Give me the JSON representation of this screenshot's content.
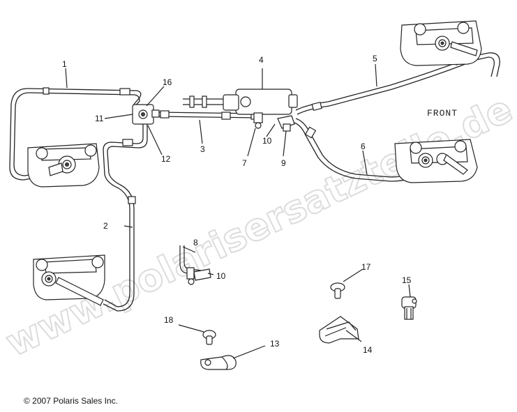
{
  "callouts": {
    "n1": "1",
    "n2": "2",
    "n3": "3",
    "n4": "4",
    "n5": "5",
    "n6": "6",
    "n7": "7",
    "n8": "8",
    "n9": "9",
    "n10a": "10",
    "n10b": "10",
    "n11": "11",
    "n12": "12",
    "n13": "13",
    "n14": "14",
    "n15": "15",
    "n16": "16",
    "n17": "17",
    "n18": "18"
  },
  "front_label": "FRONT",
  "watermark": "www.polarisersatzteile.de",
  "copyright": "© 2007 Polaris Sales Inc."
}
